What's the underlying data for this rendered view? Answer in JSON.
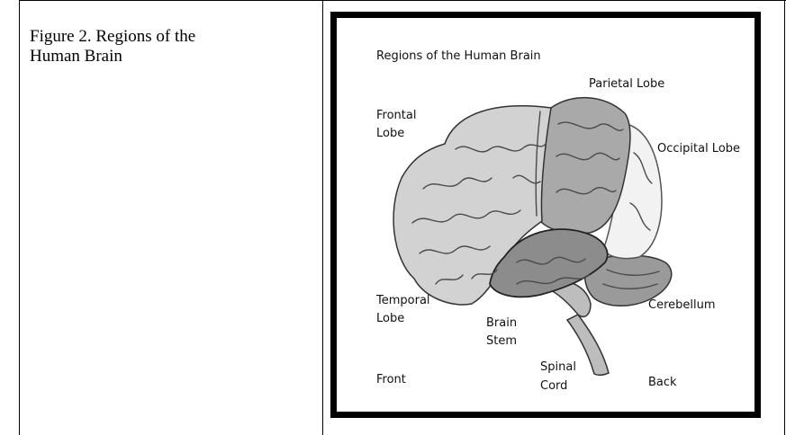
{
  "caption": {
    "line1": "Figure 2. Regions of the",
    "line2": "Human Brain"
  },
  "figure": {
    "title": "Regions of the Human Brain",
    "labels": {
      "parietal": "Parietal Lobe",
      "frontal_line1": "Frontal",
      "frontal_line2": "Lobe",
      "occipital": "Occipital Lobe",
      "temporal_line1": "Temporal",
      "temporal_line2": "Lobe",
      "cerebellum": "Cerebellum",
      "brainstem_line1": "Brain",
      "brainstem_line2": "Stem",
      "spinal_line1": "Spinal",
      "spinal_line2": "Cord",
      "front": "Front",
      "back": "Back"
    },
    "colors": {
      "frontal": "#d2d2d2",
      "parietal": "#a9a9a9",
      "temporal": "#8c8c8c",
      "occipital": "#f2f2f2",
      "cerebellum": "#9a9a9a",
      "brainstem": "#bdbdbd",
      "outline": "#333333"
    }
  }
}
